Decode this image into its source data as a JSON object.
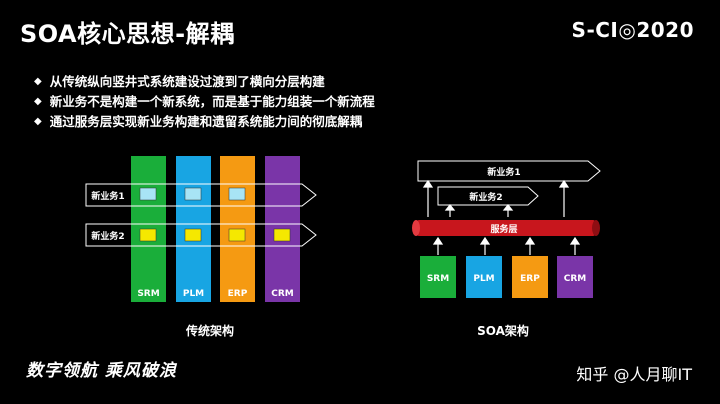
{
  "slide": {
    "title": "SOA核心思想-解耦",
    "logo_text": "S-CI◎2020",
    "bullets": [
      "从传统纵向竖井式系统建设过渡到了横向分层构建",
      "新业务不是构建一个新系统，而是基于能力组装一个新流程",
      "通过服务层实现新业务构建和遗留系统能力间的彻底解耦"
    ]
  },
  "left_diagram": {
    "caption": "传统架构",
    "business": [
      "新业务1",
      "新业务2"
    ],
    "systems": [
      {
        "label": "SRM",
        "color": "#1aae3a"
      },
      {
        "label": "PLM",
        "color": "#18a5e3"
      },
      {
        "label": "ERP",
        "color": "#f59a12"
      },
      {
        "label": "CRM",
        "color": "#7a35a8"
      }
    ]
  },
  "right_diagram": {
    "caption": "SOA架构",
    "business": [
      "新业务1",
      "新业务2"
    ],
    "service_layer": "服务层",
    "systems": [
      {
        "label": "SRM",
        "color": "#1aae3a"
      },
      {
        "label": "PLM",
        "color": "#18a5e3"
      },
      {
        "label": "ERP",
        "color": "#f59a12"
      },
      {
        "label": "CRM",
        "color": "#7a35a8"
      }
    ]
  },
  "footer": {
    "slogan": "数字领航  乘风破浪",
    "watermark": "知乎 @人月聊IT"
  },
  "colors": {
    "background": "#000000",
    "module_blue": "#a8e4f5",
    "module_yellow": "#f5e800",
    "service_red": "#c8161d"
  }
}
